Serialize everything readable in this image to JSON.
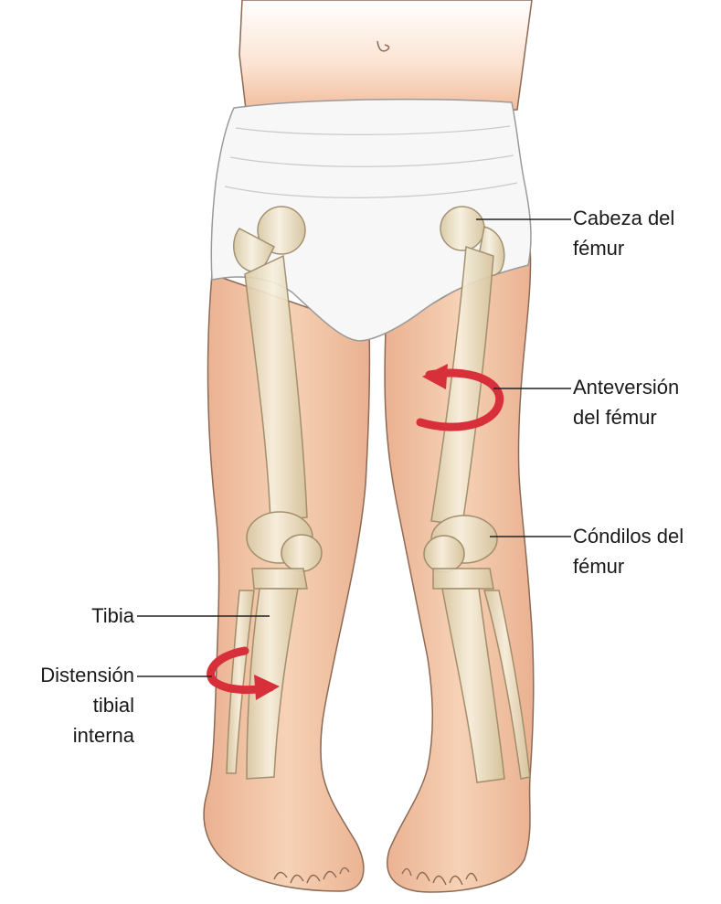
{
  "labels": {
    "cabeza_femur": [
      "Cabeza del",
      "fémur"
    ],
    "anteversion_femur": [
      "Anteversión",
      "del fémur"
    ],
    "condilos_femur": [
      "Cóndilos del",
      "fémur"
    ],
    "tibia": [
      "Tibia"
    ],
    "distension_tibial": [
      "Distensión",
      "tibial",
      "interna"
    ]
  },
  "colors": {
    "skin": "#f4c7a6",
    "skin_outline": "#8c6a55",
    "bone": "#f3ead4",
    "bone_shadow": "#d9c9a6",
    "diaper": "#f7f7f7",
    "arrow": "#d8303a",
    "leader": "#222222"
  }
}
